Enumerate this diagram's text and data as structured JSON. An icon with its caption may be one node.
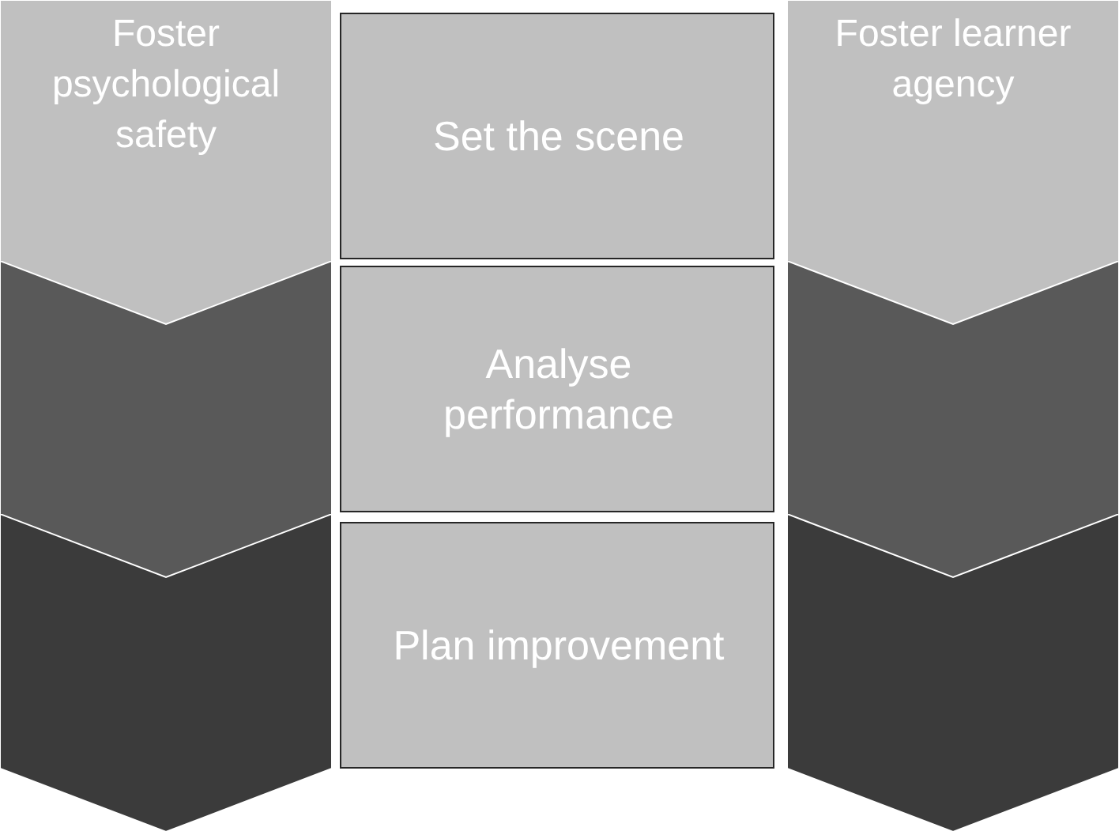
{
  "diagram": {
    "nodes": [
      {
        "text": [
          "Foster psychological safety"
        ]
      },
      {
        "text": [
          "Set the scene"
        ]
      },
      {
        "text": [
          "Foster learner agency"
        ]
      },
      {
        "text": [],
        "shape": "chevron"
      },
      {
        "text": [
          "Analyse performance"
        ]
      },
      {
        "text": [],
        "shape": "chevron"
      },
      {
        "text": [],
        "shape": "chevron"
      },
      {
        "text": [
          "Plan improvement"
        ]
      },
      {
        "text": [],
        "shape": "chevron"
      }
    ]
  }
}
